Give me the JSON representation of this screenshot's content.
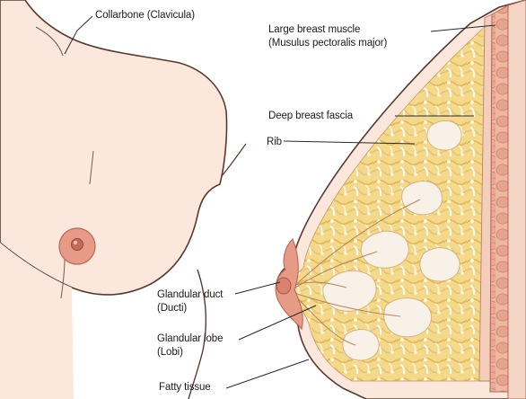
{
  "labels": {
    "collarbone": "Collarbone (Clavicula)",
    "muscle_line1": "Large breast muscle",
    "muscle_line2": "(Musulus pectoralis major)",
    "fascia": "Deep breast fascia",
    "rib": "Rib",
    "duct_line1": "Glandular duct",
    "duct_line2": "(Ducti)",
    "lobe_line1": "Glandular lobe",
    "lobe_line2": "(Lobi)",
    "fat": "Fatty tissue"
  },
  "colors": {
    "skin": "#fbe7dc",
    "skin_outline": "#5a3a30",
    "areola": "#e79a86",
    "nipple": "#c46a5a",
    "fat_tissue": "#f4d98a",
    "gland_tissue": "#f7f1e8",
    "muscle": "#e6a48e",
    "muscle_band": "#f4cdbb",
    "chest_wall": "#c9836f"
  }
}
